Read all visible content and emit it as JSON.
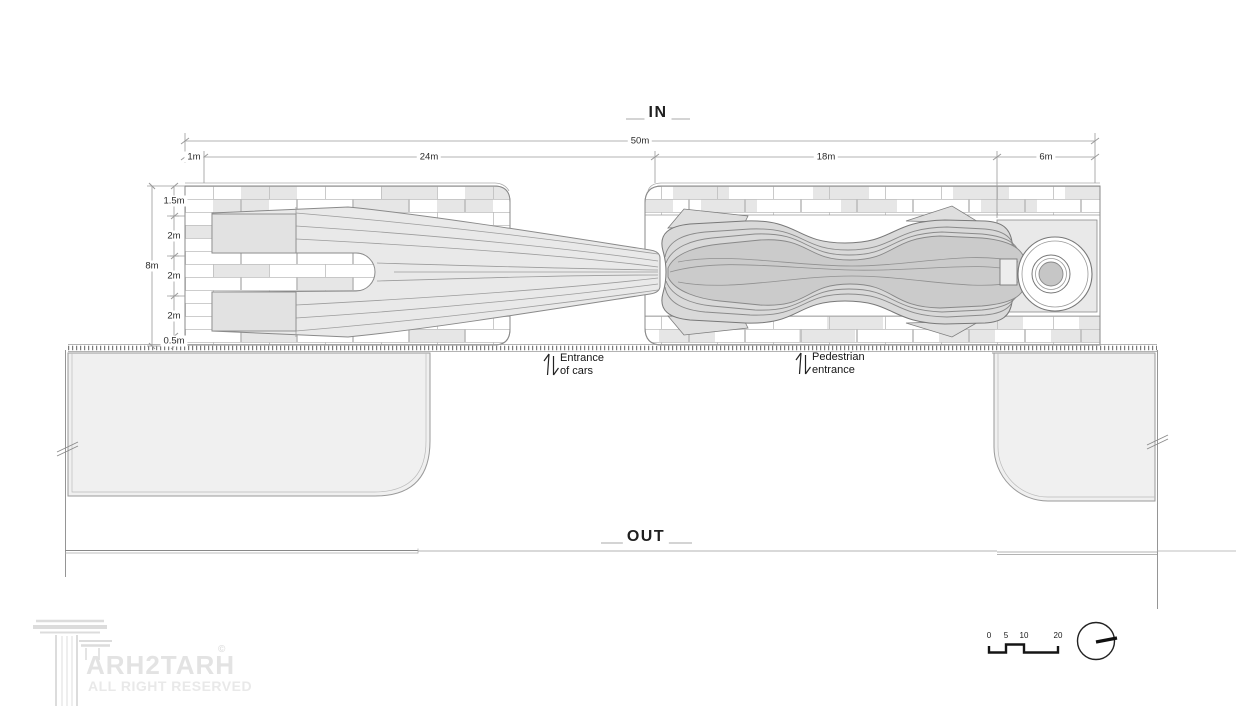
{
  "plan": {
    "in_label": "IN",
    "out_label": "OUT"
  },
  "dimensions": {
    "horizontal_total": "50m",
    "horizontal_segments": [
      {
        "label": "1m"
      },
      {
        "label": "24m"
      },
      {
        "label": "18m"
      },
      {
        "label": "6m"
      }
    ],
    "vertical_total": "8m",
    "vertical_segments": [
      {
        "label": "1.5m"
      },
      {
        "label": "2m"
      },
      {
        "label": "2m"
      },
      {
        "label": "2m"
      },
      {
        "label": "0.5m"
      }
    ]
  },
  "annotations": {
    "car_entrance": {
      "line1": "Entrance",
      "line2": "of cars"
    },
    "pedestrian_entrance": {
      "line1": "Pedestrian",
      "line2": "entrance"
    }
  },
  "watermark": {
    "brand_text": "ARH2TARH",
    "copyright": "©",
    "tagline": "ALL RIGHT RESERVED"
  },
  "scale_bar": {
    "tick_labels": [
      "0",
      "5",
      "10",
      "20"
    ]
  },
  "colors": {
    "background": "#ffffff",
    "drawing_line": "#8a8a8a",
    "dimension_line": "#999999",
    "brick_line": "#bdbdbd",
    "brick_shade": "#e6e6e6",
    "canopy_light": "#e9e9e9",
    "canopy_mid": "#d9d9d9",
    "canopy_core": "#cbcbcb",
    "platform": "#e9e9e9",
    "ground": "#f0f0f0",
    "text": "#1f1f1f",
    "watermark": "#e3e3e3",
    "scale_black": "#151515"
  }
}
